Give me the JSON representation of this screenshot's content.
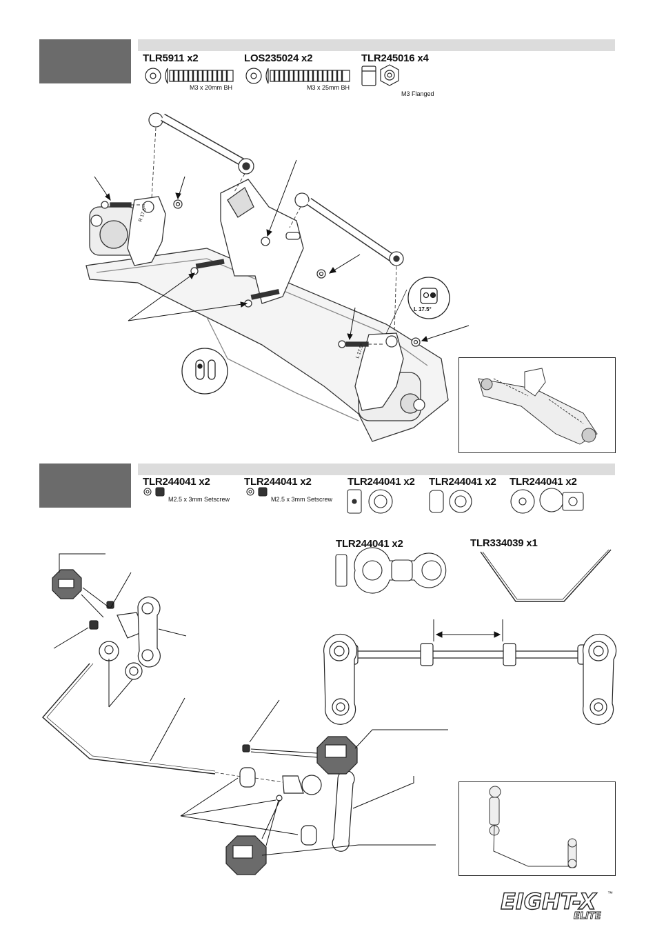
{
  "step1": {
    "parts": [
      {
        "code": "TLR5911 x2",
        "desc": "M3 x 20mm BH"
      },
      {
        "code": "LOS235024 x2",
        "desc": "M3 x 25mm BH"
      },
      {
        "code": "TLR245016 x4",
        "desc": "M3 Flanged"
      }
    ],
    "callout_left": "R 17.5°",
    "callout_right": "L 17.5°"
  },
  "step2": {
    "parts": [
      {
        "code": "TLR244041 x2",
        "desc": "M2.5 x 3mm Setscrew"
      },
      {
        "code": "TLR244041 x2",
        "desc": "M2.5 x 3mm Setscrew"
      },
      {
        "code": "TLR244041 x2",
        "desc": ""
      },
      {
        "code": "TLR244041 x2",
        "desc": ""
      },
      {
        "code": "TLR244041 x2",
        "desc": ""
      }
    ],
    "parts_row2": [
      {
        "code": "TLR244041 x2"
      },
      {
        "code": "TLR334039 x1"
      }
    ]
  },
  "logo": {
    "main": "EIGHT-X",
    "sub": "ELITE",
    "tm": "™"
  }
}
